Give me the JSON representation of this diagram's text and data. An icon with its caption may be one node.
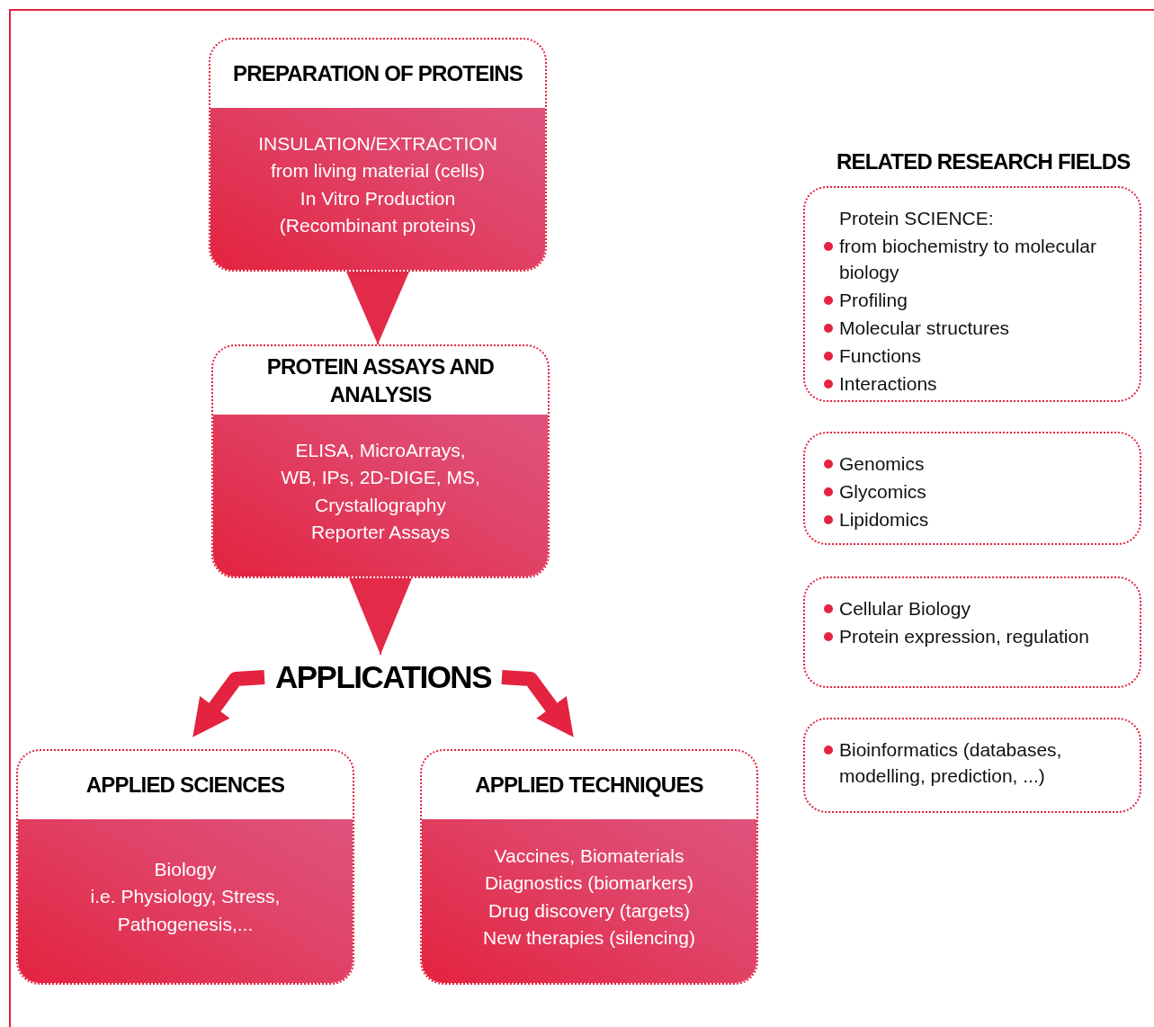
{
  "diagram": {
    "nodes": [
      {
        "text": [
          "PREPARATION OF PROTEINS",
          "INSULATION/EXTRACTION",
          "from living material (cells)",
          "In Vitro Production",
          "(Recombinant proteins)"
        ]
      },
      {
        "text": [
          "PROTEIN ASSAYS AND ANALYSIS",
          "ELISA, MicroArrays,",
          "WB, IPs, 2D-DIGE, MS,",
          "Crystallography",
          "Reporter Assays"
        ]
      },
      {
        "text": [
          "APPLICATIONS"
        ]
      },
      {
        "text": [
          "APPLIED SCIENCES",
          "Biology",
          "i.e. Physiology, Stress,",
          "Pathogenesis,..."
        ]
      },
      {
        "text": [
          "APPLIED TECHNIQUES",
          "Vaccines, Biomaterials",
          "Diagnostics (biomarkers)",
          "Drug discovery (targets)",
          "New therapies (silencing)"
        ]
      },
      {
        "text": [
          "Protein SCIENCE:",
          "from biochemistry to molecular biology",
          "Profiling",
          "Molecular structures",
          "Functions",
          "Interactions"
        ]
      },
      {
        "text": [
          "Genomics",
          "Glycomics",
          "Lipidomics"
        ]
      },
      {
        "text": [
          "Cellular Biology",
          "Protein expression, regulation"
        ]
      },
      {
        "text": [
          "Bioinformatics (databases, modelling, prediction, ...)"
        ]
      }
    ],
    "edges": [
      {
        "from": 0,
        "to": 1,
        "arrow": "to"
      },
      {
        "from": 1,
        "to": 2,
        "arrow": "to"
      },
      {
        "from": 2,
        "to": 3,
        "arrow": "to",
        "style": "thick"
      },
      {
        "from": 2,
        "to": 4,
        "arrow": "to",
        "style": "thick"
      }
    ],
    "labels": [
      "RELATED RESEARCH FIELDS"
    ]
  }
}
